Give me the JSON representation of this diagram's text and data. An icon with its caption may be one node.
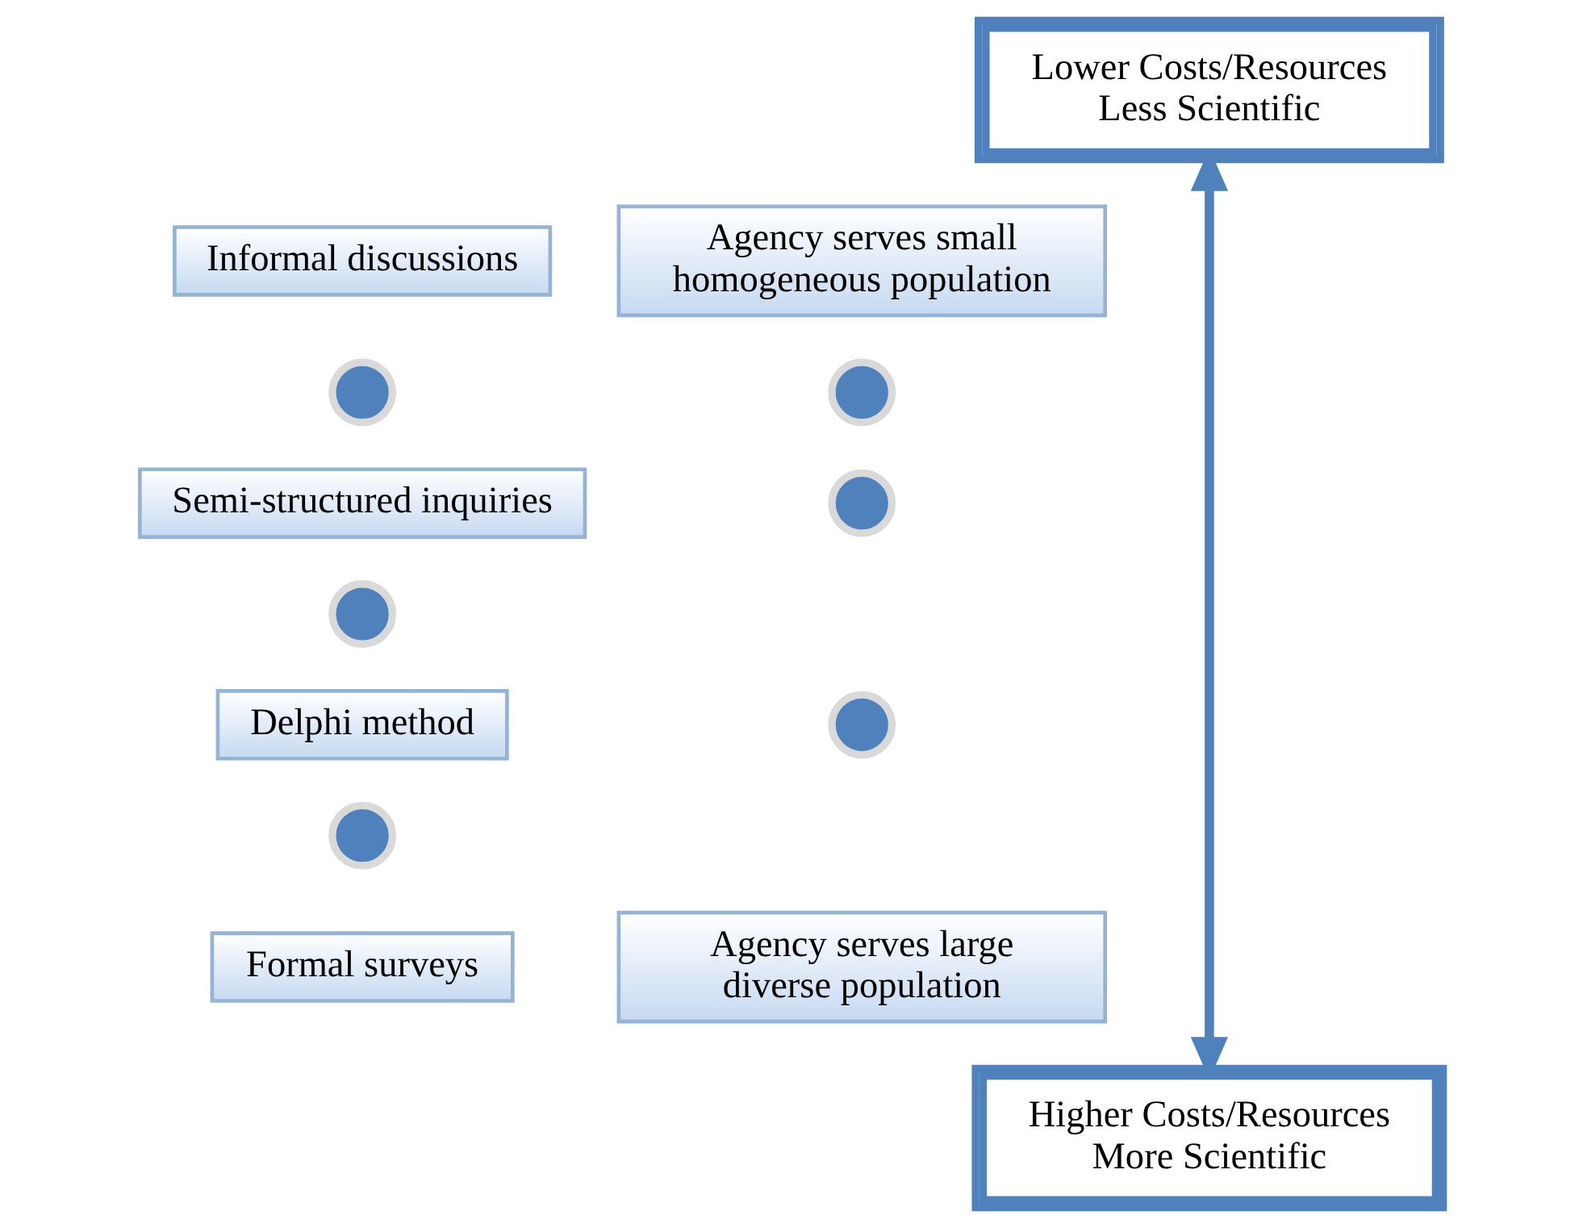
{
  "diagram": {
    "nodes": [
      {
        "text": [
          "Lower Costs/Resources",
          "Less Scientific"
        ]
      },
      {
        "text": [
          "Informal discussions"
        ]
      },
      {
        "text": [],
        "shape": "circle"
      },
      {
        "text": [
          "Semi-structured inquiries"
        ]
      },
      {
        "text": [],
        "shape": "circle"
      },
      {
        "text": [
          "Delphi method"
        ]
      },
      {
        "text": [],
        "shape": "circle"
      },
      {
        "text": [
          "Formal surveys"
        ]
      },
      {
        "text": [
          "Agency serves small homogeneous population"
        ]
      },
      {
        "text": [],
        "shape": "circle"
      },
      {
        "text": [],
        "shape": "circle"
      },
      {
        "text": [],
        "shape": "circle"
      },
      {
        "text": [
          "Agency serves large diverse population"
        ]
      },
      {
        "text": [
          "Higher Costs/Resources",
          "More Scientific"
        ]
      }
    ],
    "edges": [
      {
        "from": 0,
        "to": 13,
        "arrow": "both"
      }
    ]
  }
}
